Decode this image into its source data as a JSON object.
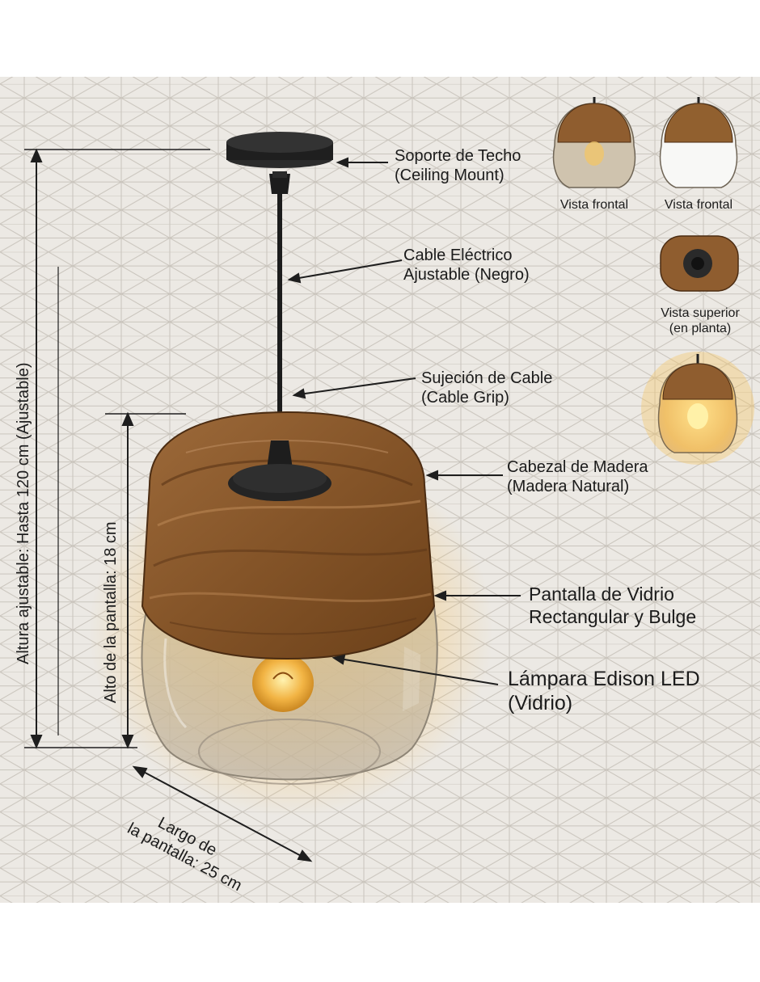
{
  "labels": {
    "ceiling_mount": [
      "Soporte de Techo",
      "(Ceiling Mount)"
    ],
    "cable": [
      "Cable Eléctrico",
      "Ajustable (Negro)"
    ],
    "cable_grip": [
      "Sujeción de Cable",
      "(Cable Grip)"
    ],
    "wood_head": [
      "Cabezal de Madera",
      "(Madera Natural)"
    ],
    "glass_shade": [
      "Pantalla de Vidrio",
      "Rectangular y Bulge"
    ],
    "bulb": [
      "Lámpara Edison LED",
      "(Vidrio)"
    ]
  },
  "dimensions": {
    "total_height": "Altura ajustable: Hasta 120 cm (Ajustable)",
    "shade_height": "Alto de la pantalla: 18 cm",
    "shade_length": [
      "Largo de",
      "la pantalla: 25 cm"
    ]
  },
  "views": {
    "front_1": "Vista frontal",
    "front_2": "Vista frontal",
    "top": [
      "Vista superior",
      "(en planta)"
    ]
  },
  "colors": {
    "wood": "#8a5a2e",
    "wood_dark": "#5a3416",
    "glass": "#b8ad9c",
    "glow": "#f4b63a",
    "cable": "#1c1c1c",
    "grid_bg": "#ece9e4"
  }
}
